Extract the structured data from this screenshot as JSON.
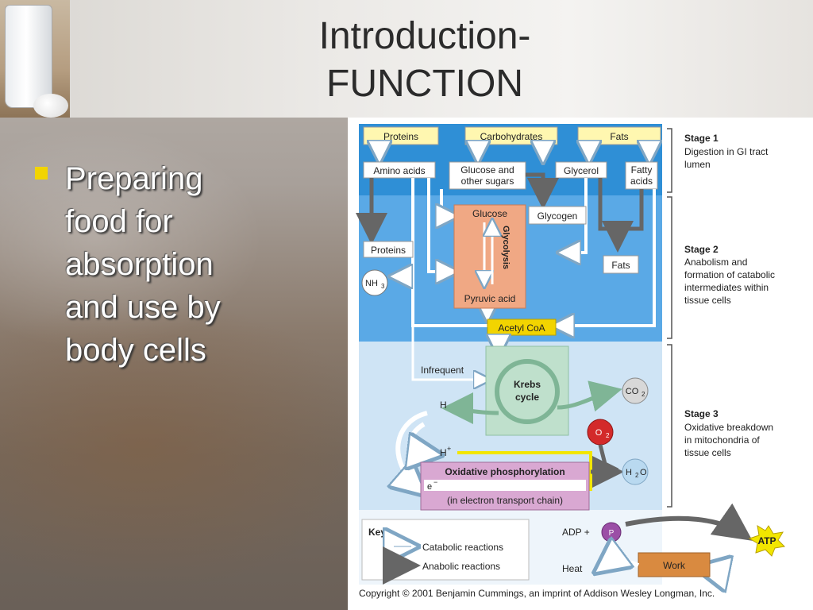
{
  "slide": {
    "title_line1": "Introduction-",
    "title_line2": "FUNCTION",
    "bullet_lines": [
      "Preparing",
      "food for",
      "absorption",
      "and use by",
      "body cells"
    ]
  },
  "diagram": {
    "boxes": {
      "proteins": "Proteins",
      "carbohydrates": "Carbohydrates",
      "fats": "Fats",
      "amino_acids": "Amino acids",
      "glucose_sugars_1": "Glucose and",
      "glucose_sugars_2": "other sugars",
      "glycerol": "Glycerol",
      "fatty_acids_1": "Fatty",
      "fatty_acids_2": "acids",
      "glucose": "Glucose",
      "glycogen": "Glycogen",
      "glycolysis": "Glycolysis",
      "pyruvic_acid": "Pyruvic acid",
      "proteins_2": "Proteins",
      "fats_2": "Fats",
      "nh3": "NH",
      "nh3_sub": "3",
      "acetyl_coa": "Acetyl CoA",
      "infrequent": "Infrequent",
      "krebs_1": "Krebs",
      "krebs_2": "cycle",
      "co2": "CO",
      "co2_sub": "2",
      "h": "H",
      "h_plus": "H",
      "h_plus_sup": "+",
      "o2": "O",
      "o2_sub": "2",
      "e_minus": "e",
      "e_minus_sup": "−",
      "oxphos": "Oxidative phosphorylation",
      "electron_chain": "(in electron transport chain)",
      "h2o_1": "H",
      "h2o_sub": "2",
      "h2o_2": "O"
    },
    "stages": [
      {
        "name": "Stage 1",
        "desc": [
          "Digestion in GI tract",
          "lumen"
        ]
      },
      {
        "name": "Stage 2",
        "desc": [
          "Anabolism and",
          "formation of catabolic",
          "intermediates within",
          "tissue cells"
        ]
      },
      {
        "name": "Stage 3",
        "desc": [
          "Oxidative breakdown",
          "in mitochondria of",
          "tissue cells"
        ]
      }
    ],
    "key": {
      "title": "Key",
      "catabolic": "Catabolic reactions",
      "anabolic": "Anabolic reactions",
      "adp": "ADP +",
      "p": "P",
      "atp": "ATP",
      "work": "Work",
      "heat": "Heat"
    },
    "copyright": "Copyright © 2001 Benjamin Cummings, an imprint of Addison Wesley Longman, Inc."
  },
  "colors": {
    "bullet_yellow": "#f2d400",
    "stage1_blue": "#2f8fd6",
    "stage2_blue": "#5aa9e6",
    "stage3_blue": "#cfe4f5",
    "box_yellow": "#fff7b0",
    "glycolysis_orange": "#f0a884",
    "krebs_green": "#bfe0cc",
    "oxphos_purple": "#d9a8d2"
  }
}
